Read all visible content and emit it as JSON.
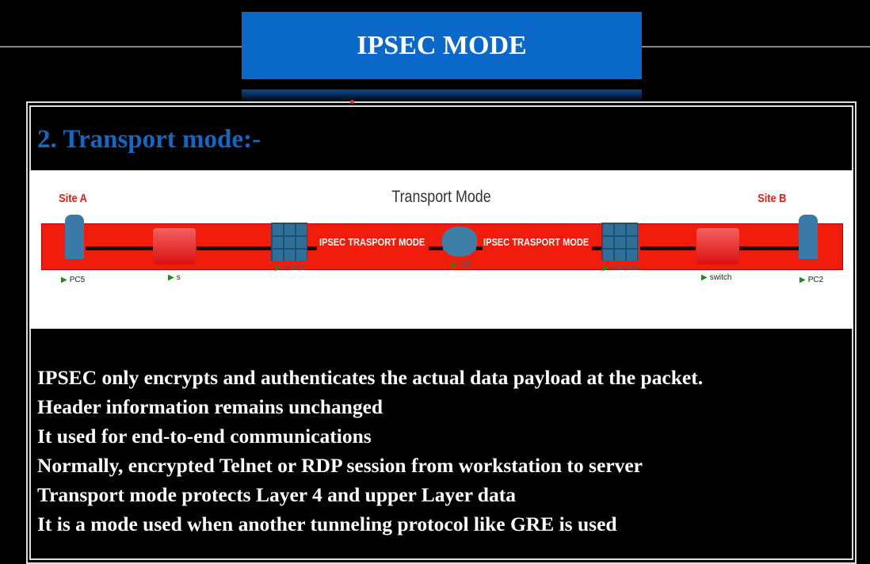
{
  "slide_title": "IPSEC MODE",
  "heading": "2. Transport mode:-",
  "diagram": {
    "title": "Transport Mode",
    "site_a": "Site A",
    "site_b": "Site B",
    "tunnel_label_left": "IPSEC TRASPORT MODE",
    "tunnel_label_right": "IPSEC TRASPORT MODE",
    "devices": [
      "PC5",
      "s",
      "PUNE",
      "ISP",
      "Mumbai",
      "switch",
      "PC2"
    ]
  },
  "bullets": [
    "IPSEC only encrypts and authenticates the actual data payload at the packet.",
    "Header information remains unchanged",
    "It used for end-to-end communications",
    "Normally, encrypted Telnet or RDP session from  workstation to server",
    "Transport mode protects Layer 4 and upper Layer data",
    "It is a mode used when another tunneling protocol like GRE is used"
  ]
}
